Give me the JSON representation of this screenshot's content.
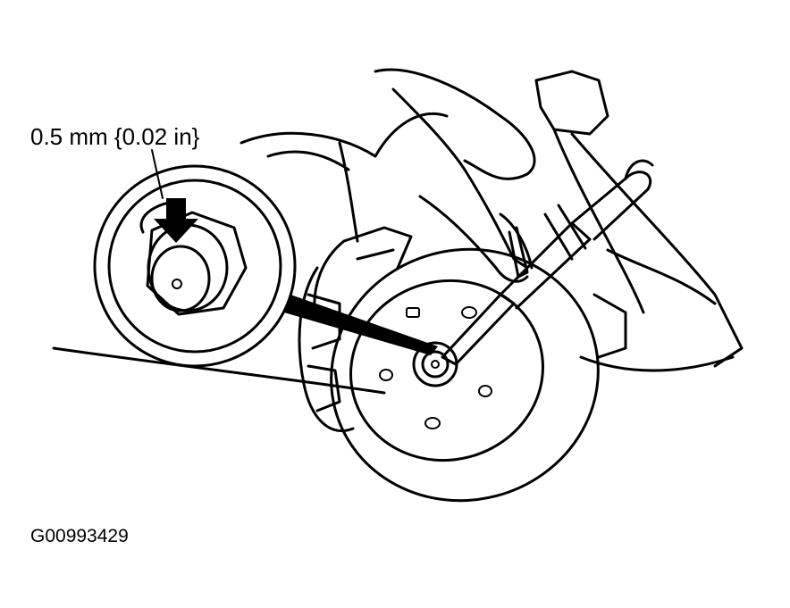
{
  "figure": {
    "callout_label": "0.5 mm {0.02 in}",
    "figure_id": "G00993429"
  },
  "colors": {
    "line": "#000000",
    "background": "#ffffff"
  },
  "icons": {
    "pointer": "down-arrow-icon",
    "tool": "chisel-and-hammer"
  }
}
